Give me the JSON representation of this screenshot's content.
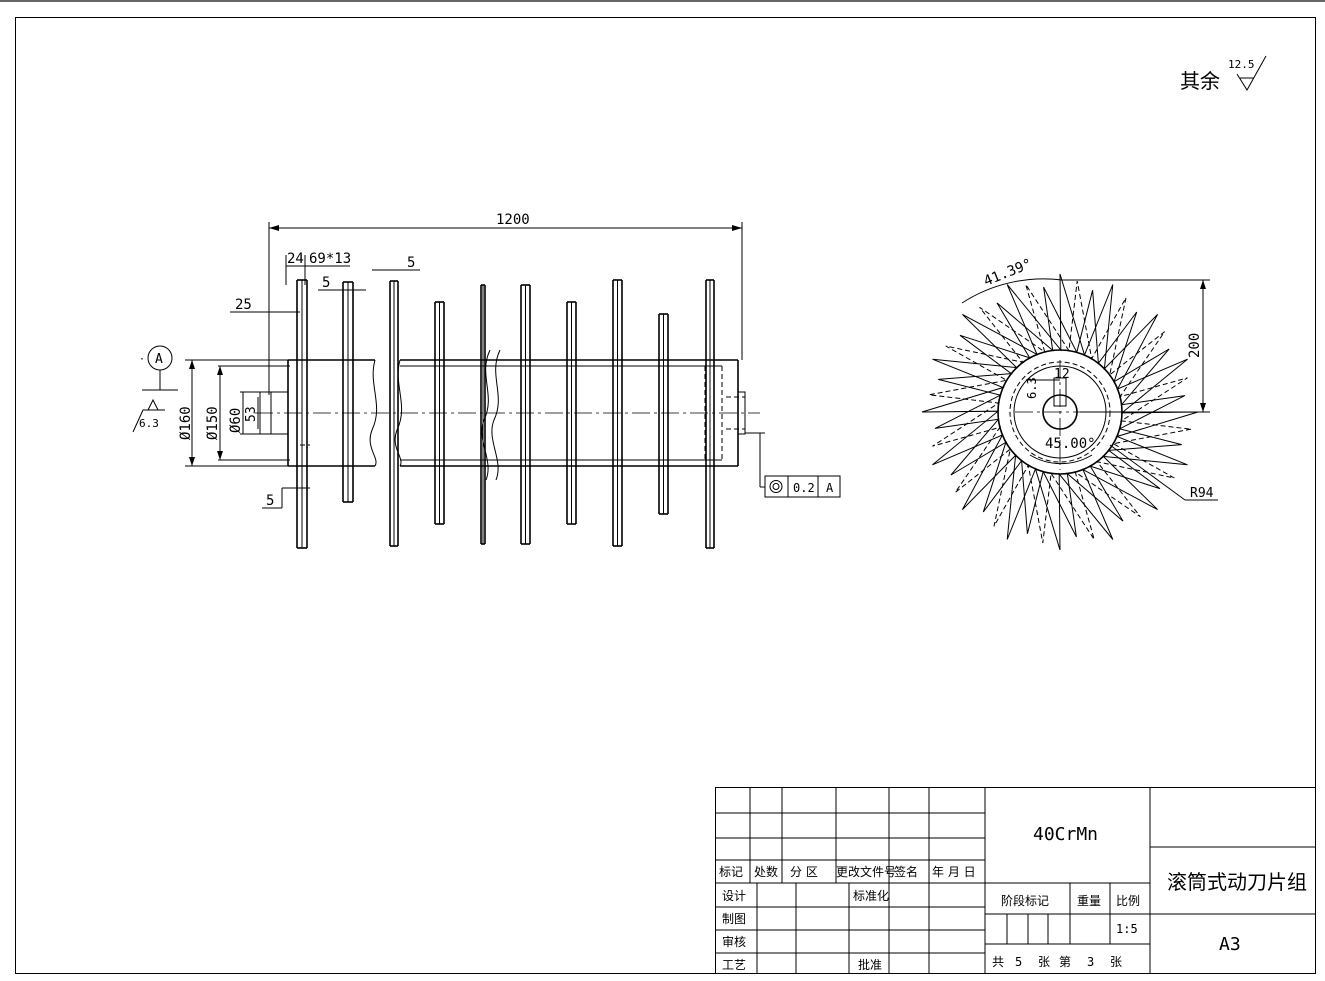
{
  "roughness_note": {
    "prefix": "其余",
    "value": "12.5"
  },
  "datum": {
    "label": "A",
    "roughness": "6.3"
  },
  "front_view": {
    "dims": {
      "overall_length": "1200",
      "d_flange_spacing": "24",
      "d_pitch": "69*13",
      "d_thickness_top": "5",
      "d_thickness_top2": "5",
      "d_offset": "25",
      "d_thickness_bottom": "5",
      "dia_160": "Ø160",
      "dia_150": "Ø150",
      "dia_60": "Ø60",
      "d_53": "53"
    },
    "tolerance": {
      "symbol": "◎",
      "value": "0.2",
      "datum": "A"
    }
  },
  "side_view": {
    "angle_top": "41.39°",
    "angle_bottom": "45.00°",
    "height": "200",
    "radius": "R94",
    "keyway_width": "12",
    "keyway_depth": "6.3"
  },
  "title_block": {
    "material": "40CrMn",
    "part_name": "滚筒式动刀片组",
    "sheet_size": "A3",
    "scale_label": "比例",
    "scale": "1:5",
    "weight_label": "重量",
    "stage_label": "阶段标记",
    "revision_headers": [
      "标记",
      "处数",
      "分 区",
      "更改文件号",
      "签名",
      "年 月 日"
    ],
    "roles": {
      "design": "设计",
      "standardization": "标准化",
      "drawing": "制图",
      "review": "审核",
      "process": "工艺",
      "approval": "批准"
    },
    "sheet_info": {
      "total_prefix": "共",
      "total": "5",
      "unit1": "张",
      "current_prefix": "第",
      "current": "3",
      "unit2": "张"
    }
  }
}
